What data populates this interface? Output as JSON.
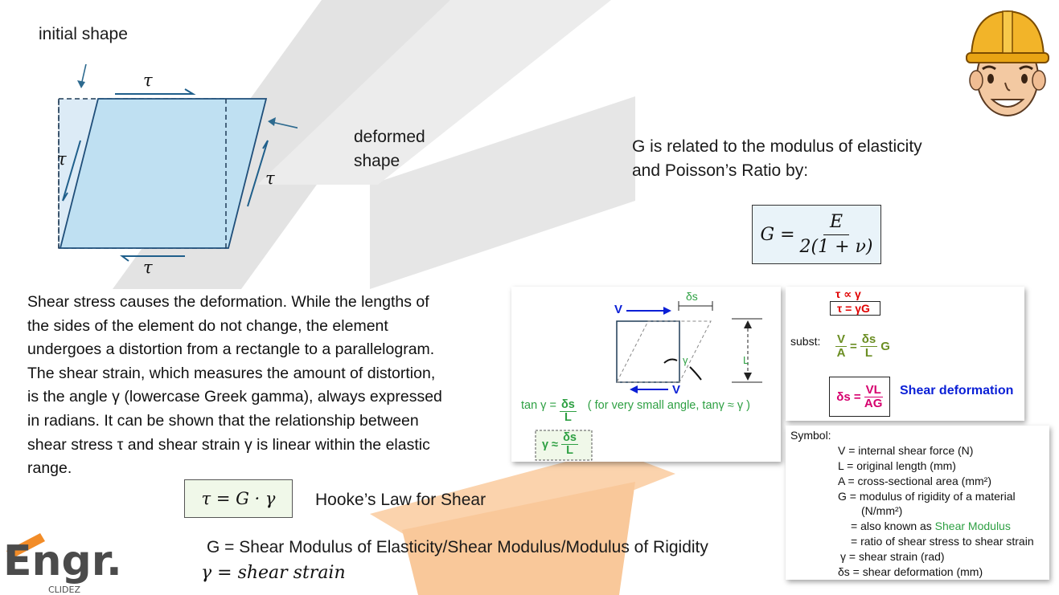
{
  "diagram": {
    "initial_label": "initial shape",
    "deformed_label_1": "deformed",
    "deformed_label_2": "shape",
    "tau": "τ"
  },
  "paragraph": {
    "lines": [
      "Shear stress causes the deformation. While the lengths of",
      "the sides of the element do not change, the element",
      "undergoes a distortion from a rectangle to a parallelogram.",
      "The shear strain, which measures the amount of distortion,",
      "is the angle γ (lowercase Greek gamma), always expressed",
      "in radians. It can be shown that the relationship between",
      "shear stress τ and shear strain γ  is linear within the elastic",
      "range."
    ]
  },
  "relation": {
    "line1": "G  is related to the modulus of elasticity",
    "line2": "and Poisson’s Ratio by:",
    "lhs": "G =",
    "num": "E",
    "den": "2(1 + ν)"
  },
  "hooke": {
    "formula": "τ = G · γ",
    "label": "Hooke’s Law for Shear"
  },
  "definitions": {
    "g_def": "G = Shear Modulus of Elasticity/Shear Modulus/Modulus of Rigidity",
    "gamma_def": "γ = shear strain"
  },
  "logo": {
    "main": "Engr.",
    "sub": "CLIDEZ"
  },
  "panel_left": {
    "ds_label": "δs",
    "v_top": "V",
    "v_bottom": "V",
    "gamma": "γ",
    "l_label": "L",
    "tan_text": "tan γ =",
    "ds": "δs",
    "l": "L",
    "note": "( for very small angle, tanγ ≈ γ )",
    "approx": "γ ≈"
  },
  "panel_right": {
    "prop": "τ ∝ γ",
    "eq": "τ  = γG",
    "subst": "subst:",
    "v": "V",
    "a": "A",
    "eq_sign": "=",
    "ds": "δs",
    "l": "L",
    "g": "G",
    "ds_lhs": "δs =",
    "vl": "VL",
    "ag": "AG",
    "shear_def": "Shear deformation"
  },
  "symbols": {
    "title": "Symbol:",
    "items": [
      "V = internal shear force (N)",
      "L = original length (mm)",
      "A = cross-sectional area (mm²)",
      "G = modulus of rigidity of a material",
      "(N/mm²)",
      "= also known as ",
      "= ratio of shear stress to shear strain",
      "γ = shear strain (rad)",
      "δs = shear deformation (mm)"
    ],
    "highlight": "Shear Modulus"
  },
  "colors": {
    "accent_orange": "#f6a04d",
    "watermark_gray": "#d9d9d9",
    "shape_fill": "#bfe0f2",
    "shape_stroke": "#1f4e79",
    "green": "#2ea043",
    "red": "#e00000",
    "magenta": "#d6006e",
    "blue": "#0a1fd6"
  }
}
